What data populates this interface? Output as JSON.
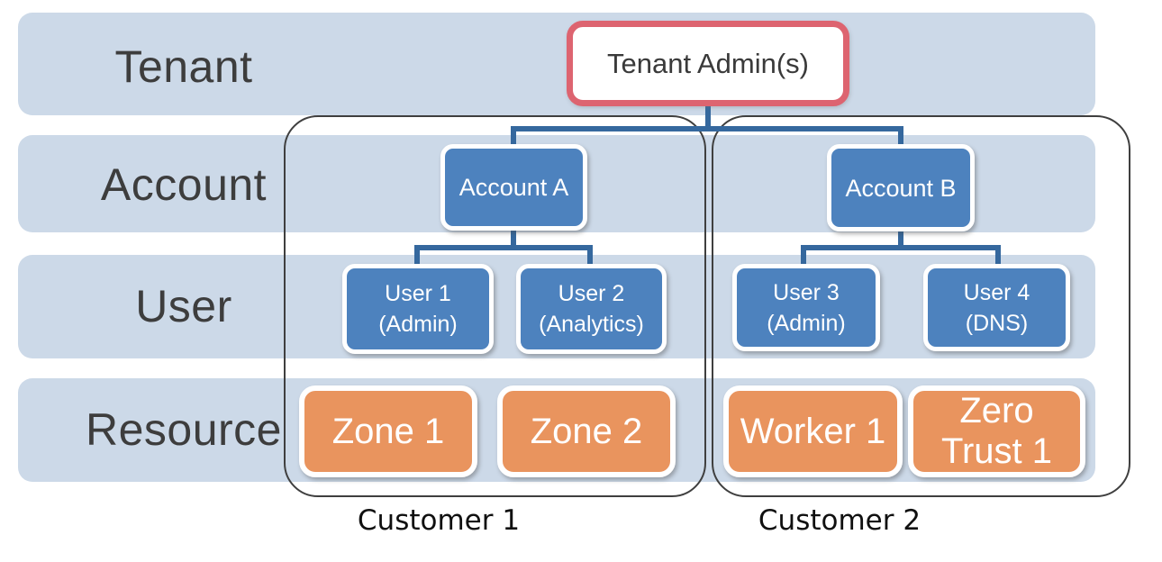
{
  "lanes": [
    {
      "label": "Tenant"
    },
    {
      "label": "Account"
    },
    {
      "label": "User"
    },
    {
      "label": "Resource"
    }
  ],
  "nodes": {
    "tenant_admin": {
      "label": "Tenant Admin(s)"
    },
    "account_a": {
      "label": "Account A"
    },
    "account_b": {
      "label": "Account B"
    },
    "user_1": {
      "name": "User 1",
      "role": "(Admin)"
    },
    "user_2": {
      "name": "User 2",
      "role": "(Analytics)"
    },
    "user_3": {
      "name": "User 3",
      "role": "(Admin)"
    },
    "user_4": {
      "name": "User 4",
      "role": "(DNS)"
    },
    "zone_1": {
      "label": "Zone 1"
    },
    "zone_2": {
      "label": "Zone 2"
    },
    "worker_1": {
      "label": "Worker 1"
    },
    "zero_trust_1": {
      "line1": "Zero",
      "line2": "Trust 1"
    }
  },
  "groups": [
    {
      "label": "Customer 1"
    },
    {
      "label": "Customer 2"
    }
  ],
  "edges": [
    {
      "from": "tenant_admin",
      "to": "account_a"
    },
    {
      "from": "tenant_admin",
      "to": "account_b"
    },
    {
      "from": "account_a",
      "to": "user_1"
    },
    {
      "from": "account_a",
      "to": "user_2"
    },
    {
      "from": "account_b",
      "to": "user_3"
    },
    {
      "from": "account_b",
      "to": "user_4"
    }
  ],
  "colors": {
    "lane_fill": "#ccd9e8",
    "node_blue": "#4d82be",
    "node_orange": "#e9945e",
    "admin_border": "#dd6470",
    "connector": "#35689e",
    "group_outline": "#3f3f3f"
  }
}
